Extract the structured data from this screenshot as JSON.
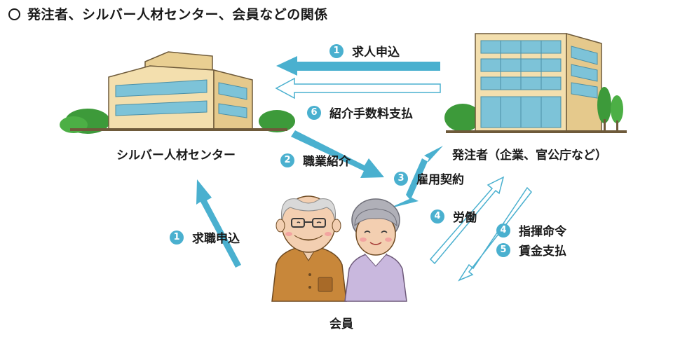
{
  "title": "発注者、シルバー人材センター、会員などの関係",
  "entities": {
    "center": "シルバー人材センター",
    "client": "発注者（企業、官公庁など）",
    "member": "会員"
  },
  "flows": [
    {
      "num": "1",
      "label": "求人申込"
    },
    {
      "num": "6",
      "label": "紹介手数料支払"
    },
    {
      "num": "2",
      "label": "職業紹介"
    },
    {
      "num": "3",
      "label": "雇用契約"
    },
    {
      "num": "4",
      "label": "労働"
    },
    {
      "num": "4",
      "label": "指揮命令"
    },
    {
      "num": "5",
      "label": "賃金支払"
    },
    {
      "num": "1",
      "label": "求職申込"
    }
  ],
  "colors": {
    "accent": "#4ab0cf",
    "building": "#f3dfae",
    "window": "#7dc3d8",
    "tree": "#3d9a3a"
  }
}
